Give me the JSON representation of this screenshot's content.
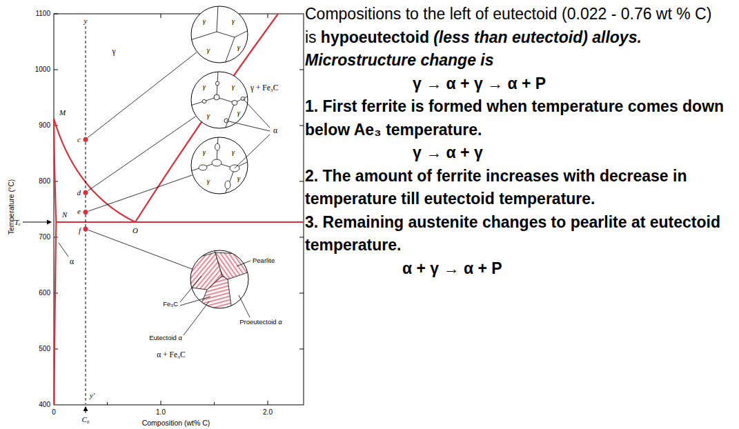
{
  "diagram": {
    "nodes": [
      {
        "text": [
          "γ",
          "γ",
          "γ",
          "γ"
        ]
      },
      {
        "text": [
          "γ",
          "γ",
          "γ",
          "γ"
        ]
      },
      {
        "text": [
          "γ",
          "γ",
          "γ",
          "γ"
        ]
      }
    ],
    "labels": [
      "1100",
      "1000",
      "900",
      "800",
      "700",
      "600",
      "500",
      "400",
      "Temperature (°C)",
      "0",
      "1.0",
      "2.0",
      "Composition (wt% C)",
      "C₀",
      "γ",
      "γ + Fe₃C",
      "α + Fe₃C",
      "α",
      "M",
      "N",
      "O",
      "c",
      "d",
      "e",
      "f",
      "y",
      "y′",
      "Tₑ",
      "α",
      "Pearlite",
      "Fe₃C",
      "Proeutectoid α",
      "Eutectoid α",
      "Compositions to the left of eutectoid (0.022 - 0.76 wt % C) is",
      "hypoeutectoid",
      "(less than eutectoid) alloys. Microstructure change is",
      "γ → α + γ → α + P",
      "1. First ferrite is formed when temperature comes down below Ae₃ temperature.",
      "γ → α + γ",
      "2. The amount of ferrite increases with decrease in temperature till eutectoid temperature.",
      "3. Remaining austenite changes to pearlite at eutectoid temperature.",
      "α + γ → α + P"
    ]
  }
}
